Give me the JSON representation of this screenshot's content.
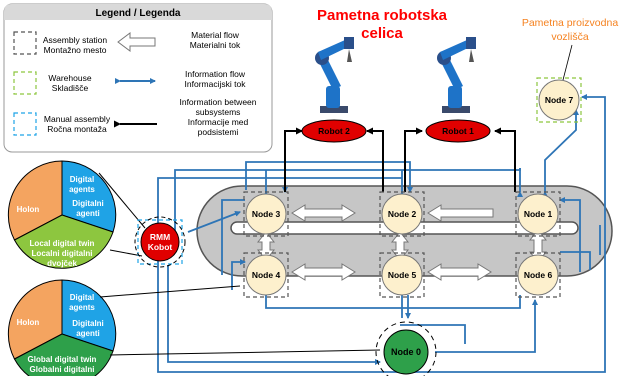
{
  "legend": {
    "title": "Legend / Legenda",
    "items": [
      {
        "line1": "Assembly station",
        "line2": "Montažno mesto"
      },
      {
        "line1": "Warehouse",
        "line2": "Skladišče"
      },
      {
        "line1": "Manual assembly",
        "line2": "Ročna montaža"
      }
    ],
    "flows": [
      {
        "line1": "Material flow",
        "line2": "Materialni tok"
      },
      {
        "line1": "Information flow",
        "line2": "Informacijski tok"
      },
      {
        "line1": "Information between",
        "line2": "subsystems",
        "line3": "Informacije med",
        "line4": "podsistemi"
      }
    ]
  },
  "titles": {
    "cell_line1": "Pametna robotska",
    "cell_line2": "celica",
    "factory_line1": "Pametna proizvodna",
    "factory_line2": "vozlišča"
  },
  "robots": {
    "robot1": "Robot 1",
    "robot2": "Robot 2"
  },
  "nodes": {
    "node0": "Node 0",
    "node1": "Node 1",
    "node2": "Node 2",
    "node3": "Node 3",
    "node4": "Node 4",
    "node5": "Node 5",
    "node6": "Node 6",
    "node7": "Node 7"
  },
  "rmm": {
    "line1": "RMM",
    "line2": "Kobot"
  },
  "pie_top": {
    "holon": "Holon",
    "agents": [
      "Digital",
      "agents",
      "Digitalni",
      "agenti"
    ],
    "twin": [
      "Local digital twin",
      "Localni digitalni",
      "dvojček"
    ]
  },
  "pie_bottom": {
    "holon": "Holon",
    "agents": [
      "Digital",
      "agents",
      "Digitalni",
      "agenti"
    ],
    "twin": [
      "Global digital twin",
      "Globalni digitalni"
    ]
  },
  "colors": {
    "info": "#2e75b6",
    "robot": "#e00000",
    "node_fill": "#fdf0cd",
    "holon": "#f4a460",
    "agents": "#1fa3e6",
    "twin_local": "#8dc63f",
    "twin_global": "#2ea04a",
    "title_red": "#ff0000",
    "title_orange": "#f58220"
  }
}
